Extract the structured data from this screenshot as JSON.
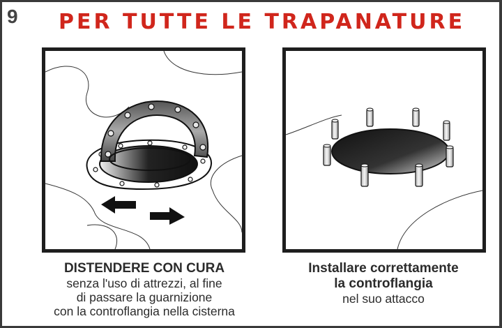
{
  "step": {
    "number": "9",
    "title": "PER TUTTE LE TRAPANATURE"
  },
  "left_panel": {
    "illustration": "gasket-stretching-illustration",
    "caption_heading": "DISTENDERE CON CURA",
    "caption_lines": [
      "senza l'uso di attrezzi, al fine",
      "di passare la guarnizione",
      "con la controflangia nella cisterna"
    ]
  },
  "right_panel": {
    "illustration": "counter-flange-installed-illustration",
    "caption_heading_lines": [
      "Installare correttamente",
      "la controflangia"
    ],
    "caption_lines": [
      "nel suo attacco"
    ]
  },
  "colors": {
    "title": "#d0261c",
    "frame": "#3a3a3a",
    "text": "#2b2b2b"
  }
}
